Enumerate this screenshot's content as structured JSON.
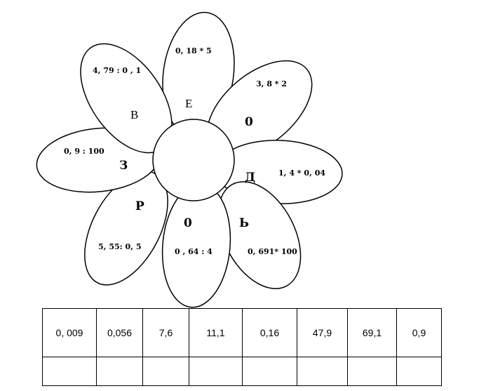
{
  "petals": [
    {
      "expression": "0, 18 * 5",
      "letter": "Е"
    },
    {
      "expression": "3, 8 * 2",
      "letter": "0"
    },
    {
      "expression": "1,  4 * 0, 04",
      "letter": "Д"
    },
    {
      "expression": "0, 691* 100",
      "letter": "Ь"
    },
    {
      "expression": "0 , 64 : 4",
      "letter": "0"
    },
    {
      "expression": "5, 55:  0, 5",
      "letter": "Р"
    },
    {
      "expression": "0, 9 :  100",
      "letter": "З"
    },
    {
      "expression": "4, 79 :  0 , 1",
      "letter": "В"
    }
  ],
  "answer_table": {
    "values": [
      "0, 009",
      "0,056",
      "7,6",
      "11,1",
      "0,16",
      "47,9",
      "69,1",
      "0,9"
    ],
    "blanks": [
      "",
      "",
      "",
      "",
      "",
      "",
      "",
      ""
    ]
  }
}
